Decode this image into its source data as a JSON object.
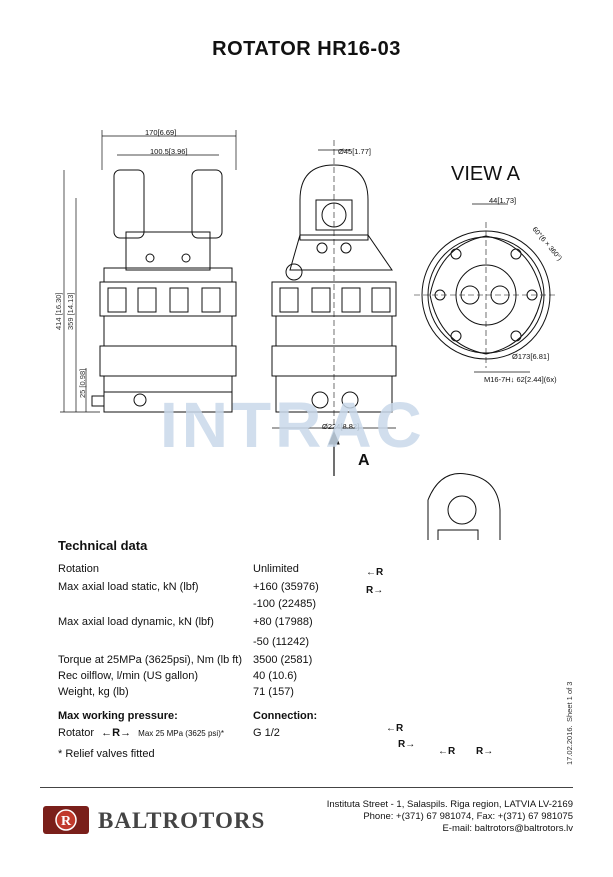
{
  "title": "ROTATOR  HR16-03",
  "view_label": "VIEW A",
  "arrow_label": "A",
  "watermark": "INTRAC",
  "dimensions": {
    "top_width": "170",
    "top_width_in": "6.69",
    "inner_width": "100.5",
    "inner_width_in": "3.96",
    "pin_dia": "Ø45",
    "pin_dia_in": "1.77",
    "height_total": "414",
    "height_total_in": "16.30",
    "height_mid": "359",
    "height_mid_in": "14.13",
    "base_h": "25",
    "base_h_in": "0.98",
    "body_dia": "Ø224",
    "body_dia_in": "8.82",
    "view_offset": "44",
    "view_offset_in": "1.73",
    "angle": "60°(6 × 360°)",
    "bolt_circle": "Ø173",
    "bolt_circle_in": "6.81",
    "thread": "M16-7H↓ 62",
    "thread_in": "2.44",
    "thread_count": "(6x)"
  },
  "tech_title": "Technical data",
  "specs": [
    {
      "label": "Rotation",
      "value": "Unlimited"
    },
    {
      "label": "Max axial load static, kN (lbf)",
      "value": "+160 (35976)"
    },
    {
      "label": "",
      "value": "-100 (22485)"
    },
    {
      "label": "Max axial load dynamic, kN (lbf)",
      "value": "+80 (17988)"
    },
    {
      "label": "",
      "value": "-50 (11242)"
    },
    {
      "label": "Torque at 25MPa (3625psi), Nm (lb ft)",
      "value": "3500 (2581)"
    },
    {
      "label": "Rec oilflow, l/min (US gallon)",
      "value": "40 (10.6)"
    },
    {
      "label": "Weight, kg (lb)",
      "value": "71 (157)"
    }
  ],
  "pressure": {
    "heading": "Max working pressure:",
    "connection_heading": "Connection:",
    "rotator_label": "Rotator",
    "arrows": "←R→",
    "max_text": "Max 25 MPa (3625 psi)*",
    "connection_value": "G 1/2",
    "note": "* Relief valves fitted"
  },
  "iso_labels": [
    "←R",
    "R→",
    "←R",
    "R→",
    "←R",
    "R→"
  ],
  "sheet": "Sheet 1 of 3",
  "date": "17.02.2016.",
  "footer": {
    "company": "BALTROTORS",
    "address": "Instituta Street - 1, Salaspils. Riga region, LATVIA LV-2169",
    "phone": "Phone: +(371) 67 981074, Fax: +(371) 67 981075",
    "email": "E-mail: baltrotors@baltrotors.lv"
  },
  "colors": {
    "logo_red": "#c0392b",
    "watermark": "#c9d9ea"
  }
}
